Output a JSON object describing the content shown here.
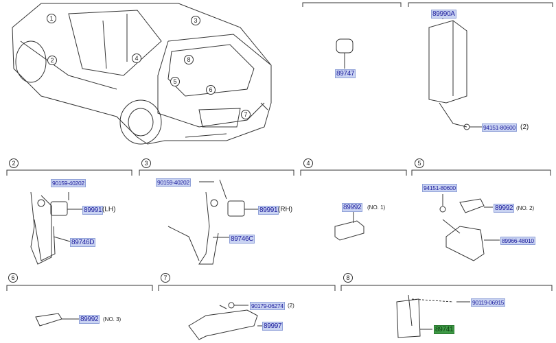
{
  "colors": {
    "label_bg": "#c9d3f2",
    "label_text": "#1c1c9c",
    "highlight_bg": "#3e9a46"
  },
  "overview": {
    "callouts": [
      "1",
      "2",
      "3",
      "4",
      "5",
      "6",
      "7",
      "8"
    ]
  },
  "top_parts": {
    "part_89747": "89747",
    "part_89990A": "89990A",
    "nut": "94151-80600",
    "nut_qty": "(2)"
  },
  "sections": [
    {
      "number": "2",
      "parts": [
        {
          "code": "90159-40202"
        },
        {
          "code": "89991",
          "suffix": "(LH)"
        },
        {
          "code": "89746D"
        }
      ]
    },
    {
      "number": "3",
      "parts": [
        {
          "code": "90159-40202"
        },
        {
          "code": "89991",
          "suffix": "(RH)"
        },
        {
          "code": "89746C"
        }
      ]
    },
    {
      "number": "4",
      "parts": [
        {
          "code": "89992",
          "suffix": "(NO. 1)"
        }
      ]
    },
    {
      "number": "5",
      "parts": [
        {
          "code": "94151-80600"
        },
        {
          "code": "89992",
          "suffix": "(NO. 2)"
        },
        {
          "code": "89966-48010"
        }
      ]
    },
    {
      "number": "6",
      "parts": [
        {
          "code": "89992",
          "suffix": "(NO. 3)"
        }
      ]
    },
    {
      "number": "7",
      "parts": [
        {
          "code": "90179-06274",
          "suffix": "(2)"
        },
        {
          "code": "89997"
        }
      ]
    },
    {
      "number": "8",
      "parts": [
        {
          "code": "90119-06915"
        },
        {
          "code": "89741"
        }
      ]
    }
  ]
}
